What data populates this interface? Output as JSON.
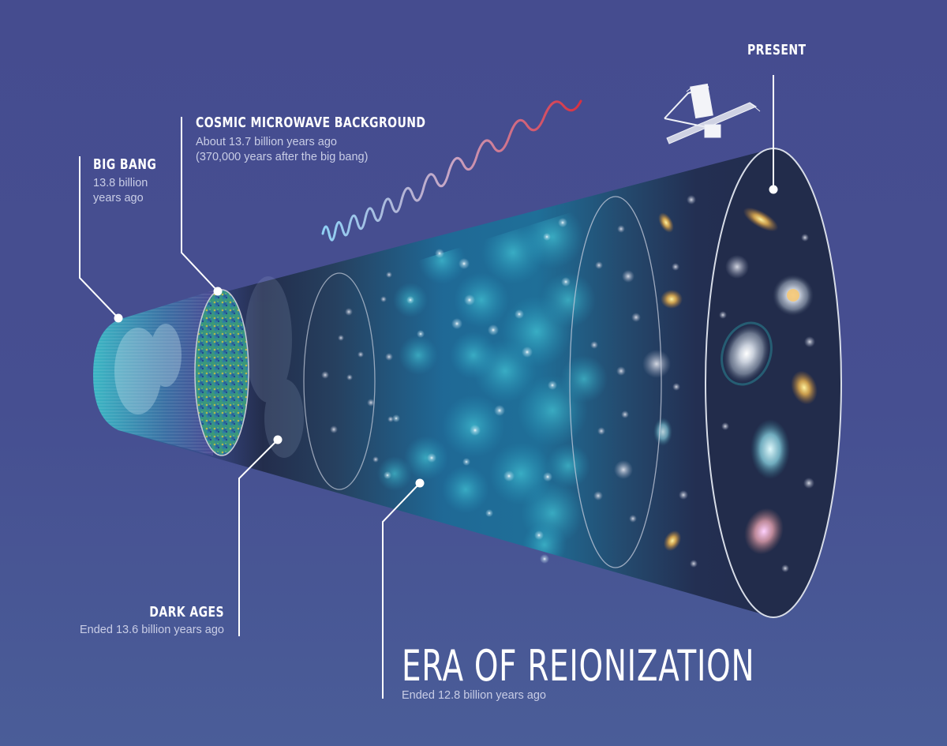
{
  "labels": {
    "big_bang": {
      "title": "BIG BANG",
      "line1": "13.8 billion",
      "line2": "years ago"
    },
    "cmb": {
      "title": "COSMIC MICROWAVE BACKGROUND",
      "line1": "About 13.7 billion years ago",
      "line2": "(370,000 years after the big bang)"
    },
    "present": {
      "title": "PRESENT"
    },
    "dark_ages": {
      "title": "DARK AGES",
      "line1": "Ended 13.6 billion years ago"
    },
    "reionization": {
      "title": "ERA OF REIONIZATION",
      "line1": "Ended 12.8 billion years ago"
    }
  },
  "colors": {
    "background_top": "#454c8f",
    "background_bottom": "#4a5d98",
    "wave_start": "#8fd0f5",
    "wave_end": "#d9303f",
    "cone_dark": "#232d4c",
    "cone_teal": "#1f6f96",
    "leader_line": "#ffffff"
  },
  "icons": {
    "telescope": "james-webb-telescope-icon",
    "wave": "redshift-light-wave"
  }
}
